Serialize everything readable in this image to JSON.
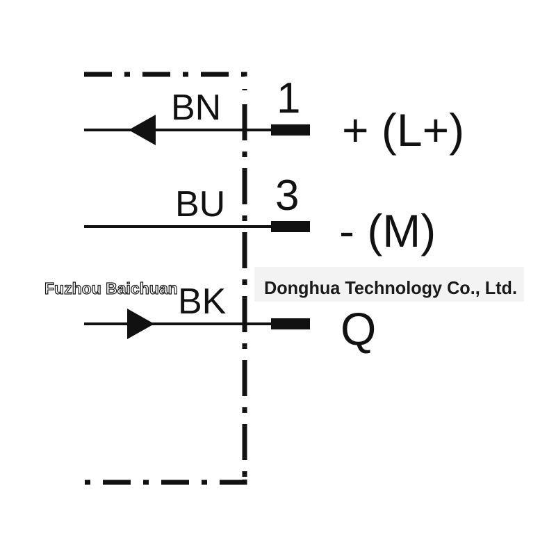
{
  "colors": {
    "ink": "#111111",
    "background": "#ffffff",
    "watermark_bg": "#f2f2f2",
    "watermark_text": "#1a1a1a"
  },
  "wires": [
    {
      "code": "BN",
      "pin": "1",
      "signal": "+ (L+)",
      "arrow": "left"
    },
    {
      "code": "BU",
      "pin": "3",
      "signal": "- (M)",
      "arrow": "none"
    },
    {
      "code": "BK",
      "pin": "",
      "signal": "Q",
      "arrow": "right"
    }
  ],
  "watermark": {
    "left_text": "Fuzhou Baichuan",
    "right_text": "Donghua Technology Co., Ltd."
  }
}
